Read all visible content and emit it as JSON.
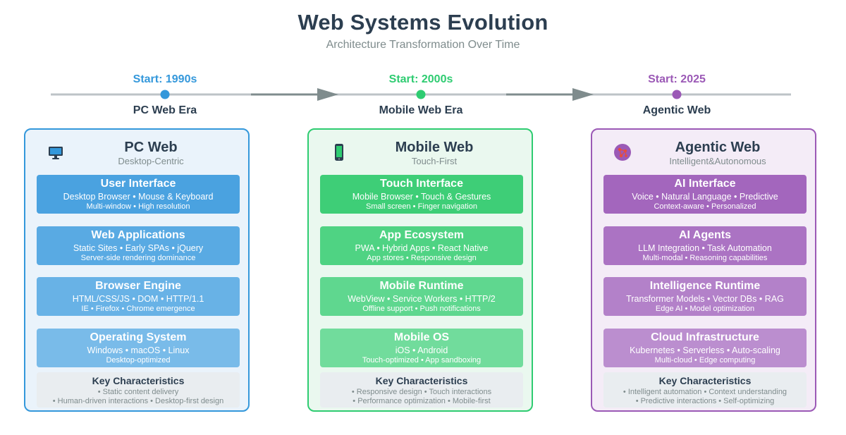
{
  "header": {
    "title": "Web Systems Evolution",
    "subtitle": "Architecture Transformation Over Time"
  },
  "timeline": [
    {
      "start": "Start: 1990s",
      "era": "PC Web Era",
      "color": "#3498db"
    },
    {
      "start": "Start: 2000s",
      "era": "Mobile Web Era",
      "color": "#2ecc71"
    },
    {
      "start": "Start: 2025",
      "era": "Agentic Web",
      "color": "#9b59b6"
    }
  ],
  "columns": [
    {
      "title": "PC Web",
      "subtitle": "Desktop-Centric",
      "icon": "monitor-icon",
      "border": "#3498db",
      "bg": "#eaf3fb",
      "layers": [
        {
          "name": "User Interface",
          "main": "Desktop Browser • Mouse & Keyboard",
          "detail": "Multi-window • High resolution",
          "color": "#4aa2e0"
        },
        {
          "name": "Web Applications",
          "main": "Static Sites • Early SPAs • jQuery",
          "detail": "Server-side rendering dominance",
          "color": "#59aae3"
        },
        {
          "name": "Browser Engine",
          "main": "HTML/CSS/JS • DOM • HTTP/1.1",
          "detail": "IE • Firefox • Chrome emergence",
          "color": "#68b2e6"
        },
        {
          "name": "Operating System",
          "main": "Windows • macOS • Linux",
          "detail": "Desktop-optimized",
          "color": "#79bbe9"
        }
      ],
      "key_title": "Key Characteristics",
      "key_lines": [
        "• Static content delivery",
        "• Human-driven interactions • Desktop-first design"
      ]
    },
    {
      "title": "Mobile Web",
      "subtitle": "Touch-First",
      "icon": "smartphone-icon",
      "border": "#2ecc71",
      "bg": "#eaf8ef",
      "layers": [
        {
          "name": "Touch Interface",
          "main": "Mobile Browser • Touch & Gestures",
          "detail": "Small screen • Finger navigation",
          "color": "#3ece77"
        },
        {
          "name": "App Ecosystem",
          "main": "PWA • Hybrid Apps • React Native",
          "detail": "App stores • Responsive design",
          "color": "#4fd383"
        },
        {
          "name": "Mobile Runtime",
          "main": "WebView • Service Workers • HTTP/2",
          "detail": "Offline support • Push notifications",
          "color": "#5fd78f"
        },
        {
          "name": "Mobile OS",
          "main": "iOS • Android",
          "detail": "Touch-optimized • App sandboxing",
          "color": "#71dc9c"
        }
      ],
      "key_title": "Key Characteristics",
      "key_lines": [
        "• Responsive design • Touch interactions",
        "• Performance optimization • Mobile-first"
      ]
    },
    {
      "title": "Agentic Web",
      "subtitle": "Intelligent&Autonomous",
      "icon": "ai-network-icon",
      "border": "#9b59b6",
      "bg": "#f4ecf7",
      "layers": [
        {
          "name": "AI Interface",
          "main": "Voice • Natural Language • Predictive",
          "detail": "Context-aware • Personalized",
          "color": "#a366bd"
        },
        {
          "name": "AI Agents",
          "main": "LLM Integration • Task Automation",
          "detail": "Multi-modal • Reasoning capabilities",
          "color": "#ab73c3"
        },
        {
          "name": "Intelligence Runtime",
          "main": "Transformer Models • Vector DBs • RAG",
          "detail": "Edge AI • Model optimization",
          "color": "#b381c9"
        },
        {
          "name": "Cloud Infrastructure",
          "main": "Kubernetes • Serverless • Auto-scaling",
          "detail": "Multi-cloud • Edge computing",
          "color": "#bb8ecf"
        }
      ],
      "key_title": "Key Characteristics",
      "key_lines": [
        "• Intelligent automation • Context understanding",
        "• Predictive interactions • Self-optimizing"
      ]
    }
  ]
}
